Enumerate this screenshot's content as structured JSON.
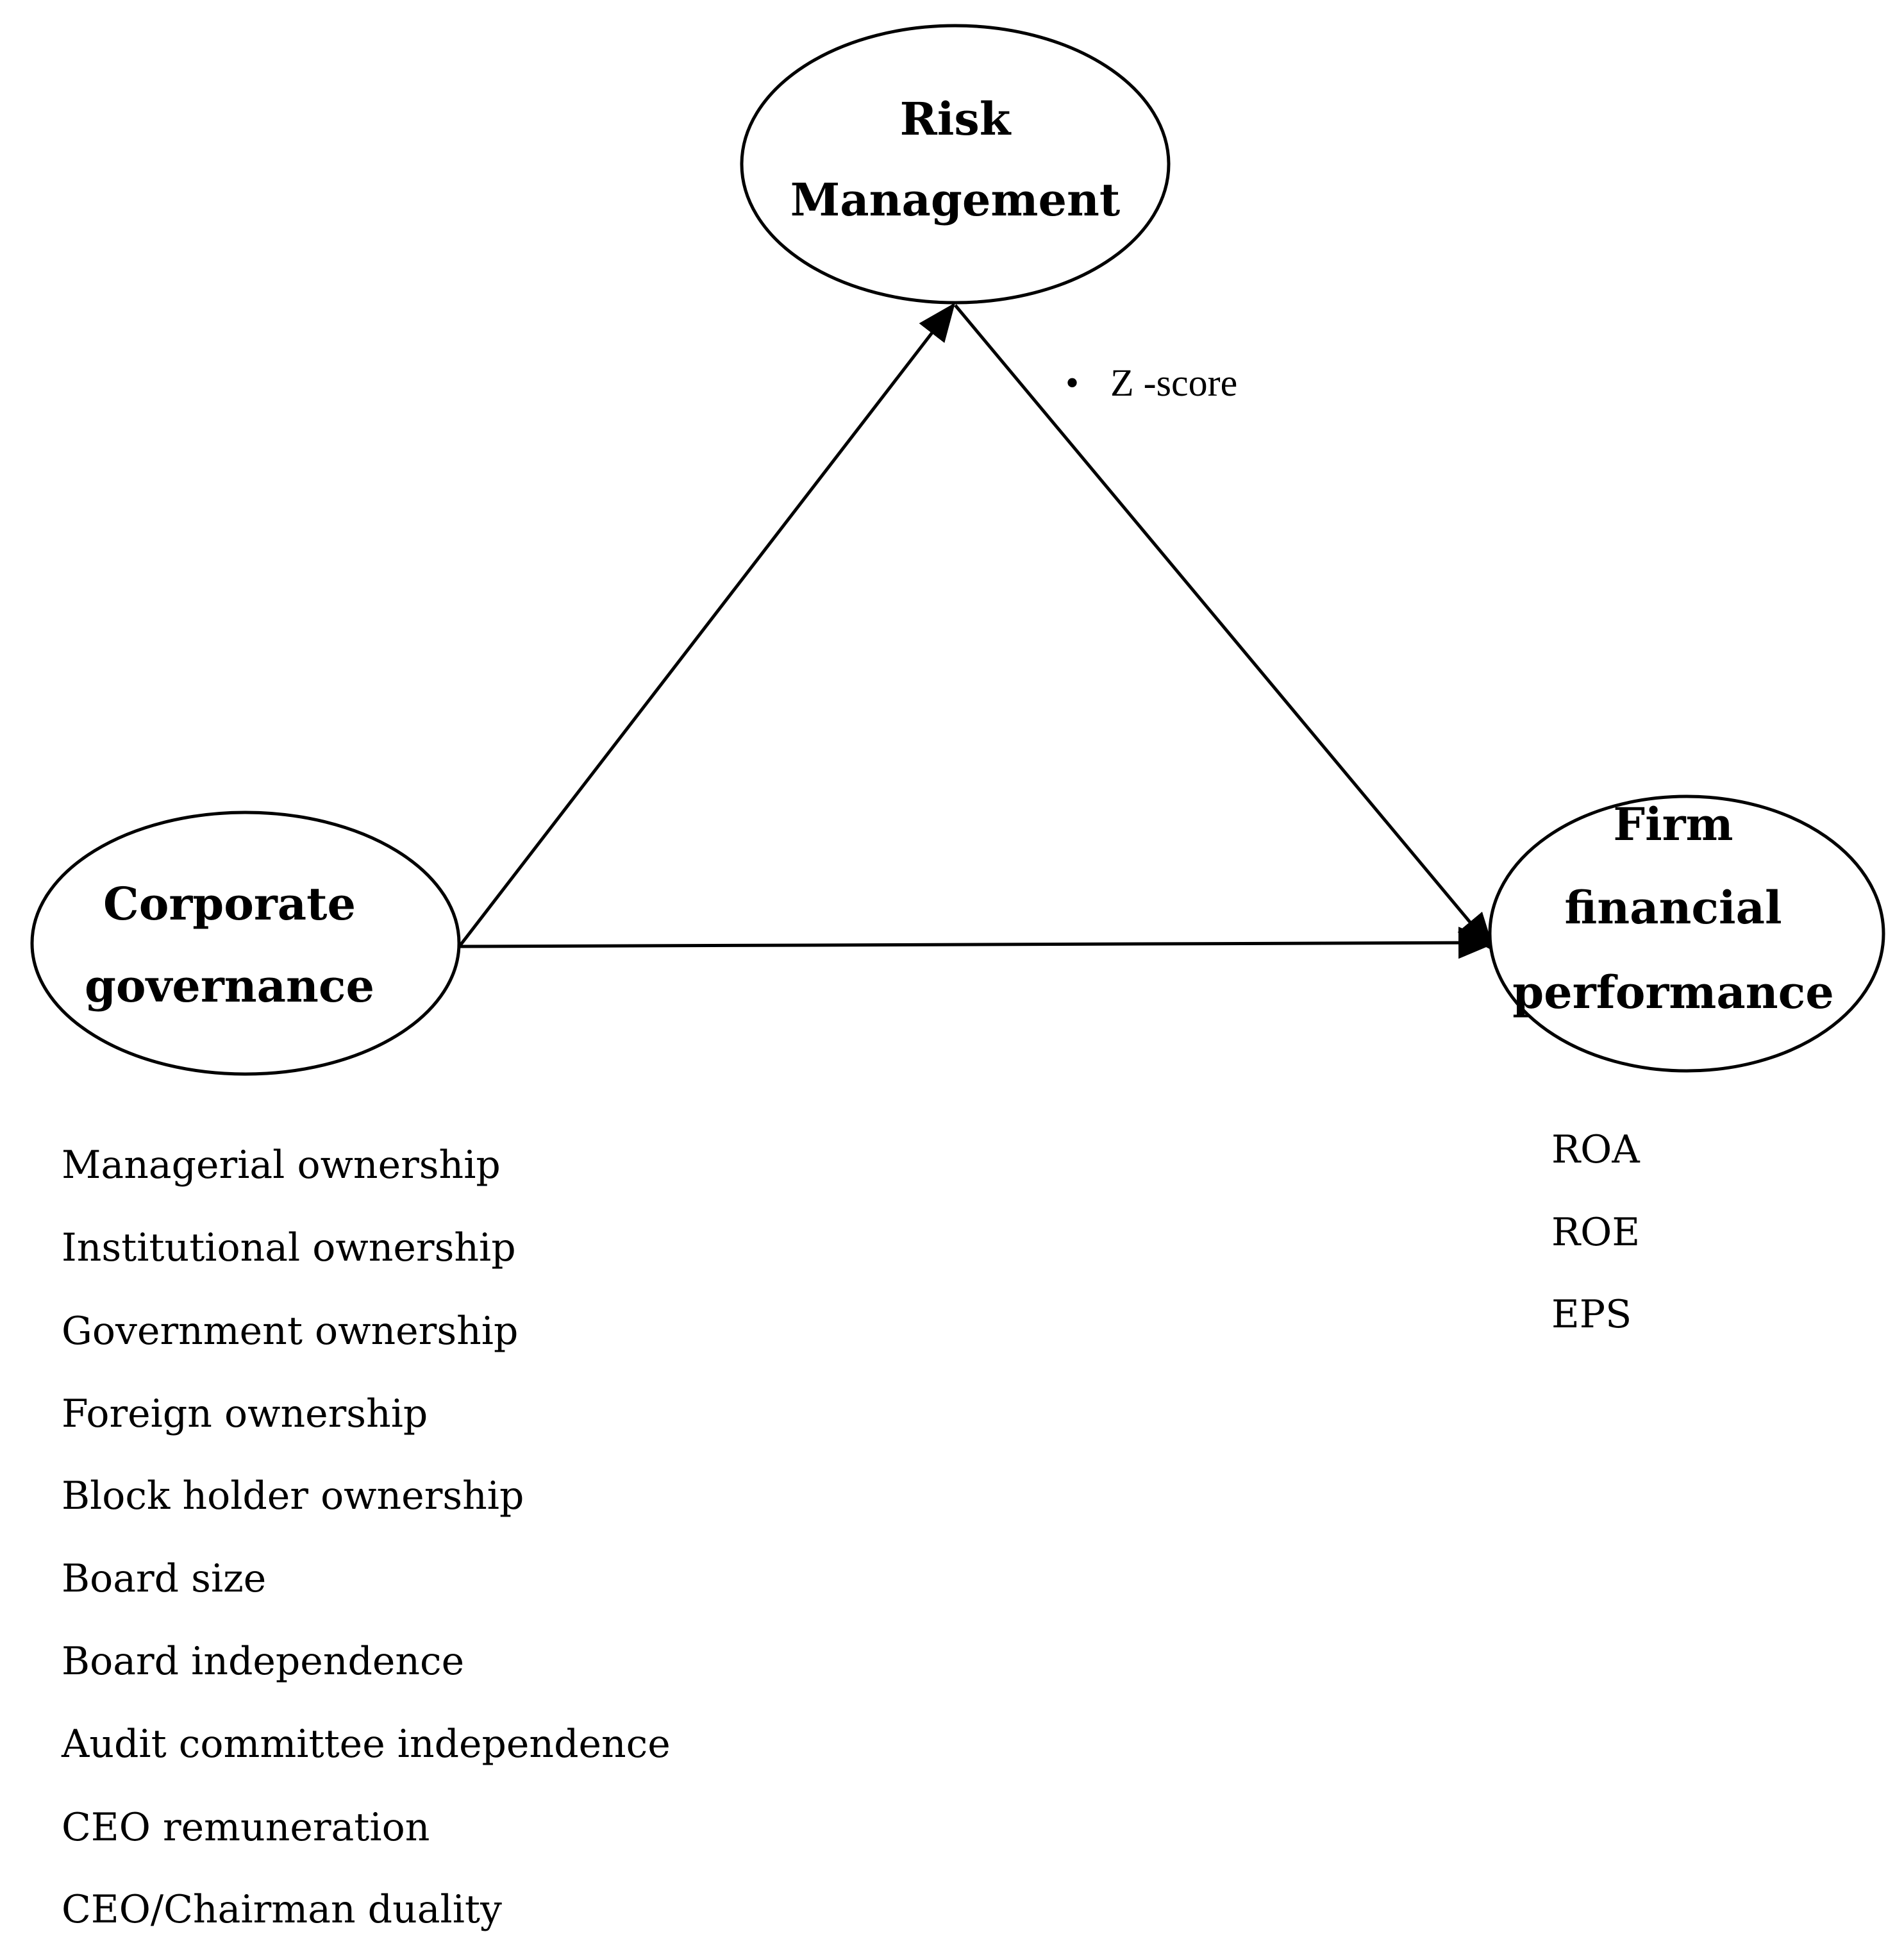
{
  "nodes": {
    "risk_management": {
      "lines": [
        "Risk",
        "Management"
      ]
    },
    "corporate_governance": {
      "lines": [
        "Corporate",
        "governance"
      ]
    },
    "firm_performance": {
      "lines": [
        "Firm",
        "financial",
        "performance"
      ]
    }
  },
  "risk_indicator": {
    "bullet": "•",
    "text": "Z -score"
  },
  "governance_measures": [
    "Managerial ownership",
    "Institutional ownership",
    "Government ownership",
    "Foreign ownership",
    "Block holder ownership",
    "Board size",
    "Board independence",
    "Audit committee independence",
    "CEO remuneration",
    "CEO/Chairman duality"
  ],
  "performance_measures": [
    "ROA",
    "ROE",
    "EPS"
  ]
}
